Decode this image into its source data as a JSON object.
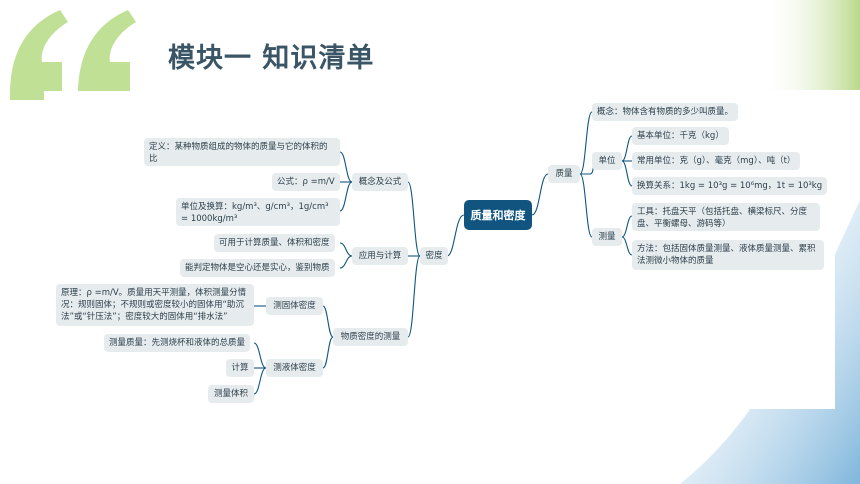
{
  "slide": {
    "title": "模块一  知识清单"
  },
  "colors": {
    "root": "#10547f",
    "branch": "#10547f",
    "node_bg": "#e6ecee",
    "accent_green": "#8cc63f",
    "accent_blue": "#8dc0e0"
  },
  "mindmap": {
    "root": "质量和密度",
    "mass": {
      "label": "质量",
      "concept": "概念：物体含有物质的多少叫质量。",
      "unit": {
        "label": "单位",
        "basic": "基本单位：千克（kg）",
        "common": "常用单位：克（g）、毫克（mg）、吨（t）",
        "conversion": "换算关系：1kg = 10³g = 10⁶mg，1t = 10³kg"
      },
      "measure": {
        "label": "测量",
        "tool": "工具：托盘天平（包括托盘、横梁标尺、分度盘、平衡螺母、游码等）",
        "method": "方法：包括固体质量测量、液体质量测量、累积法测微小物体的质量"
      }
    },
    "density": {
      "label": "密度",
      "concept": {
        "label": "概念及公式",
        "definition": "定义：某种物质组成的物体的质量与它的体积的比",
        "formula": "公式：ρ =m/V",
        "units": "单位及换算：kg/m³、g/cm³，1g/cm³ = 1000kg/m³"
      },
      "application": {
        "label": "应用与计算",
        "item1": "可用于计算质量、体积和密度",
        "item2": "能判定物体是空心还是实心，鉴别物质"
      },
      "measurement": {
        "label": "物质密度的测量",
        "solid": {
          "label": "测固体密度",
          "principle": "原理：ρ =m/V。质量用天平测量，体积测量分情况：规则固体；不规则或密度较小的固体用“助沉法”或“针压法”；密度较大的固体用“排水法”"
        },
        "liquid": {
          "label": "测液体密度",
          "mass": "测量质量：先测烧杯和液体的总质量",
          "calc": "计算",
          "volume": "测量体积"
        }
      }
    }
  }
}
